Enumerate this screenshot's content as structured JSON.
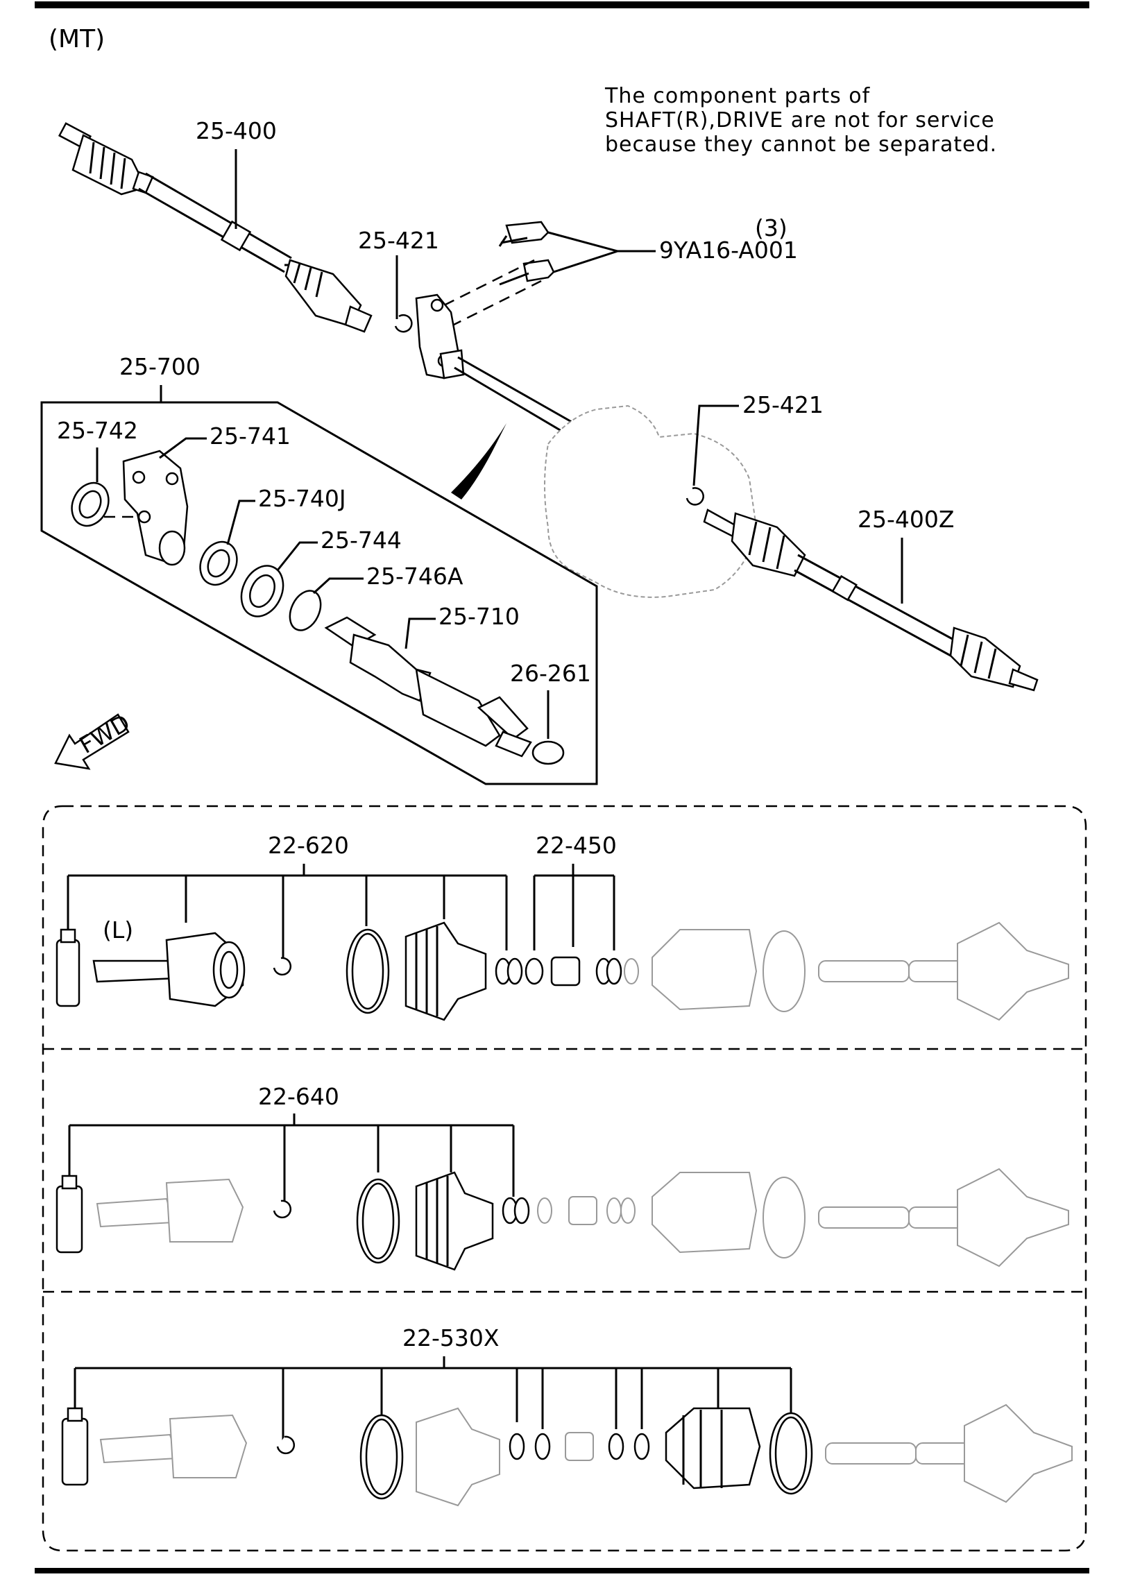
{
  "header": {
    "variant": "(MT)"
  },
  "note": {
    "line1": "The component parts of",
    "line2": "SHAFT(R),DRIVE are not for service",
    "line3": "because they cannot be separated."
  },
  "callouts": {
    "p25_400": "25-400",
    "p25_421_a": "25-421",
    "p25_421_b": "25-421",
    "p9ya16_qty": "(3)",
    "p9ya16": "9YA16-A001",
    "p25_700": "25-700",
    "p25_742": "25-742",
    "p25_741": "25-741",
    "p25_740j": "25-740J",
    "p25_744": "25-744",
    "p25_746a": "25-746A",
    "p25_710": "25-710",
    "p26_261": "26-261",
    "p25_400z": "25-400Z",
    "fwd": "FWD"
  },
  "kits": {
    "k22_620": "22-620",
    "k22_450": "22-450",
    "side_l": "(L)",
    "k22_640": "22-640",
    "k22_530x": "22-530X"
  }
}
